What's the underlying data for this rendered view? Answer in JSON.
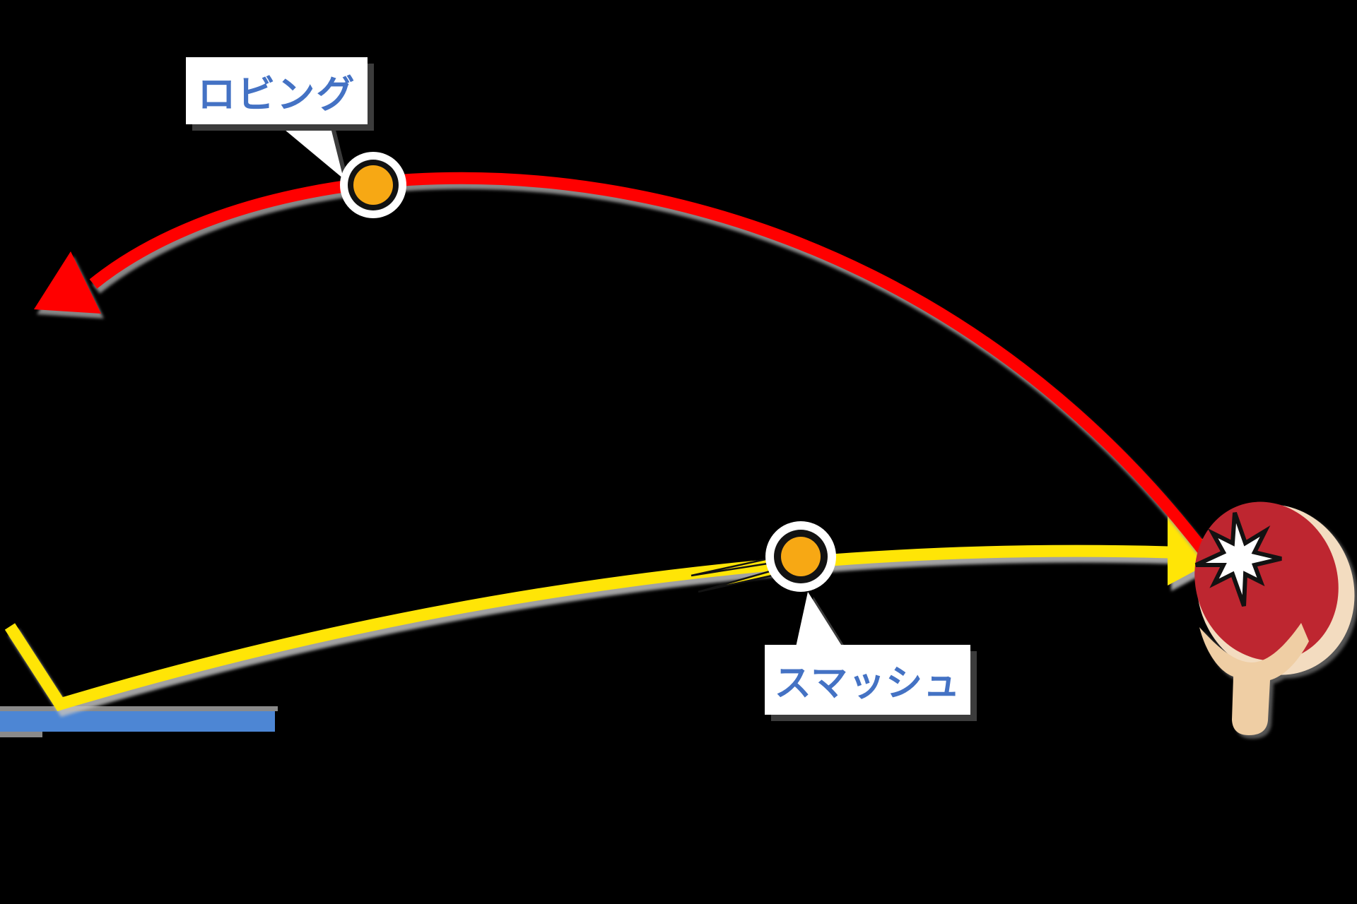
{
  "diagram": {
    "background": "#000000",
    "labels": {
      "lob": {
        "text": "ロビング",
        "text_color": "#4472C4",
        "box_fill": "#FFFFFF"
      },
      "smash": {
        "text": "スマッシュ",
        "text_color": "#4472C4",
        "box_fill": "#FFFFFF"
      }
    },
    "trajectories": {
      "lob": {
        "color": "#FF0000",
        "direction": "right-to-left-high-arc"
      },
      "smash": {
        "color": "#FFE506",
        "direction": "left-to-right-flat"
      }
    },
    "objects": {
      "ball_color": "#F7A814",
      "ball_outline": "#121212",
      "ball_halo": "#FFFFFF",
      "table_color": "#4D86D4",
      "table_edge_color": "#8A8A8A",
      "paddle_rubber": "#BE2630",
      "paddle_wood": "#EFCEA4",
      "paddle_rim": "#F3DCC0",
      "impact_star_fill": "#FFFFFF",
      "impact_star_stroke": "#121212"
    }
  }
}
